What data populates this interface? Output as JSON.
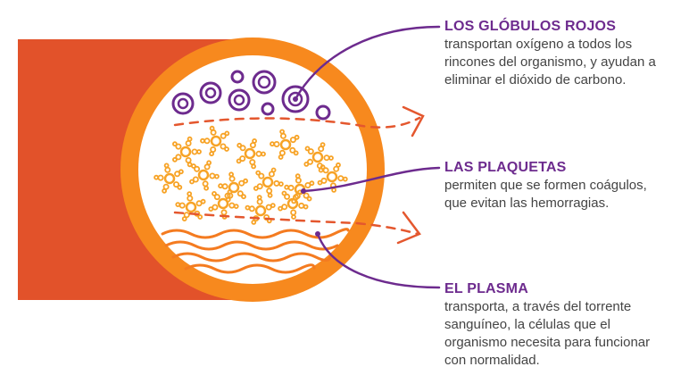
{
  "colors": {
    "vessel_dark": "#e2522a",
    "vessel_ring": "#f7891e",
    "purple": "#6d2b8e",
    "dashed_arrow": "#e4572e",
    "platelet": "#f7a326",
    "plasma_wave": "#f47b20",
    "body_text": "#444444"
  },
  "labels": [
    {
      "id": "red-blood-cells",
      "title": "LOS GLÓBULOS ROJOS",
      "lines": [
        "transportan oxígeno a todos los",
        "rincones del organismo, y ayudan a",
        "eliminar el dióxido de carbono."
      ]
    },
    {
      "id": "platelets",
      "title": "LAS PLAQUETAS",
      "lines": [
        "permiten que se formen coágulos,",
        "que evitan las hemorragias."
      ]
    },
    {
      "id": "plasma",
      "title": "EL PLASMA",
      "lines": [
        "transporta, a través del torrente",
        "sanguíneo, la células que el",
        "organismo necesita para funcionar",
        "con normalidad."
      ]
    }
  ]
}
